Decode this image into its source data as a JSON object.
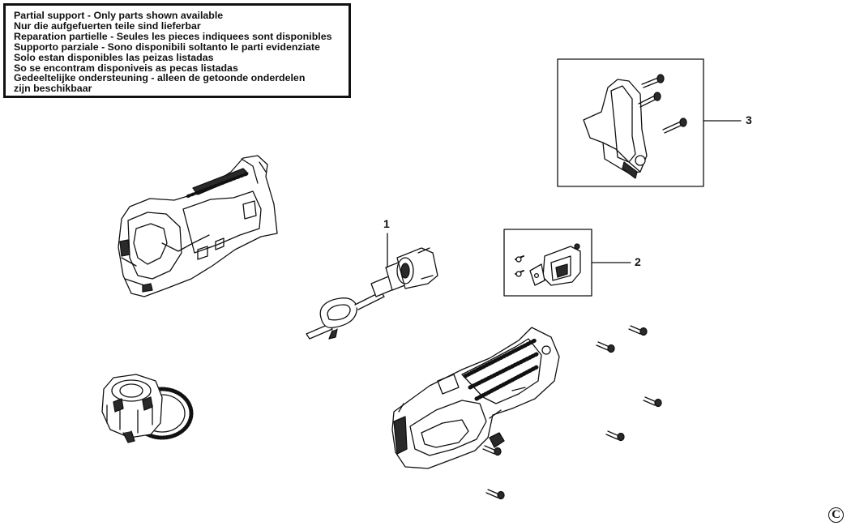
{
  "notice": {
    "lines": [
      "Partial support - Only parts shown available",
      "Nur die aufgefuerten teile sind lieferbar",
      "Reparation partielle - Seules les pieces indiquees sont disponibles",
      "Supporto parziale - Sono disponibili soltanto le parti evidenziate",
      "Solo estan disponibles las peizas listadas",
      "So se encontram disponiveis as pecas listadas",
      "Gedeeltelijke ondersteuning - alleen de getoonde onderdelen",
      "zijn beschikbaar"
    ]
  },
  "callouts": {
    "part1": "1",
    "part2": "2",
    "part3": "3"
  },
  "copyright": "C",
  "colors": {
    "line": "#111111",
    "fill_light": "#ffffff",
    "fill_dark": "#2a2a2a"
  }
}
